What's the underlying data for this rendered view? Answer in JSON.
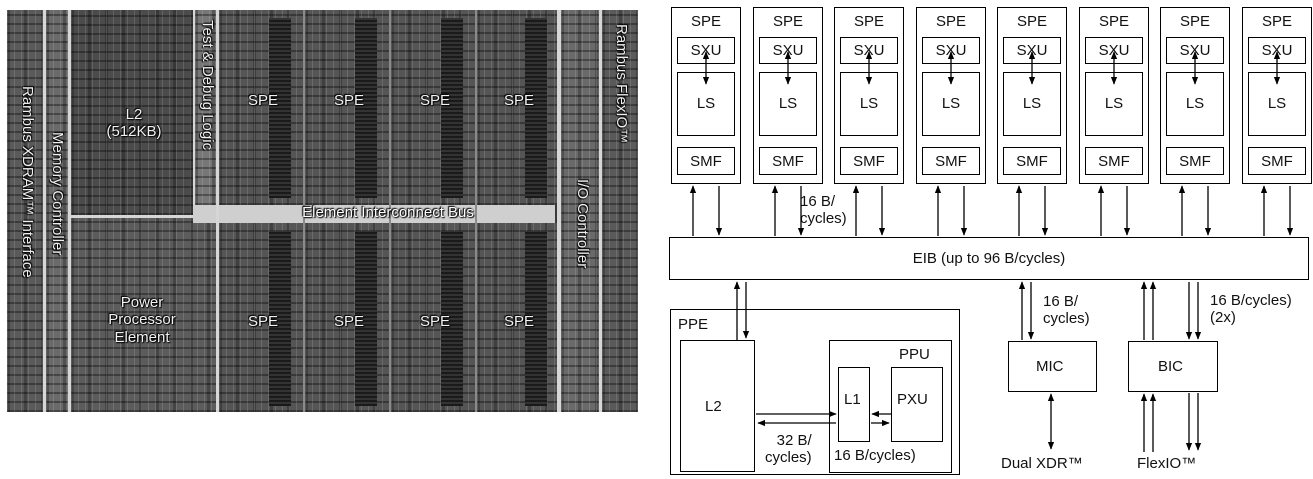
{
  "die": {
    "l2": "L2\n(512KB)",
    "spe": "SPE",
    "ppe": "Power\nProcessor\nElement",
    "eib": "Element Interconnect Bus",
    "rambus_xdram": "Rambus XDRAM™ Interface",
    "memory_controller": "Memory Controller",
    "test_debug": "Test & Debug Logic",
    "io_controller": "I/O Controller",
    "rambus_flexio": "Rambus FlexIO™"
  },
  "diagram": {
    "spe_title": "SPE",
    "sxu": "SXU",
    "ls": "LS",
    "smf": "SMF",
    "spe_bw": "16 B/\ncycles)",
    "eib": "EIB (up to 96 B/cycles)",
    "ppe": "PPE",
    "ppu": "PPU",
    "l2": "L2",
    "l1": "L1",
    "pxu": "PXU",
    "l2_bw": "32 B/\ncycles)",
    "ppu_bw": "16 B/cycles)",
    "mic": "MIC",
    "mic_bw": "16 B/\ncycles)",
    "bic": "BIC",
    "bic_bw": "16 B/cycles)\n(2x)",
    "dual_xdr": "Dual XDR™",
    "flexio": "FlexIO™"
  }
}
